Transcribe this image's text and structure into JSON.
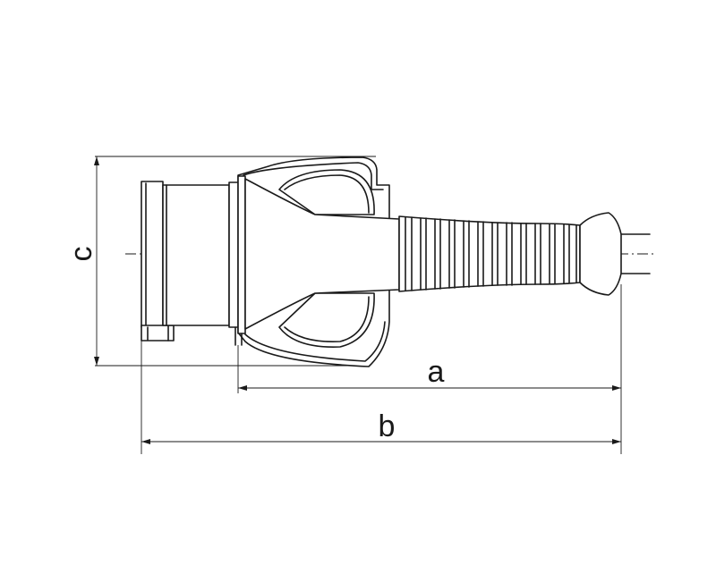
{
  "dimensions": {
    "a": "a",
    "b": "b",
    "c": "c"
  },
  "colors": {
    "line": "#1a1a1a",
    "background": "#ffffff"
  }
}
